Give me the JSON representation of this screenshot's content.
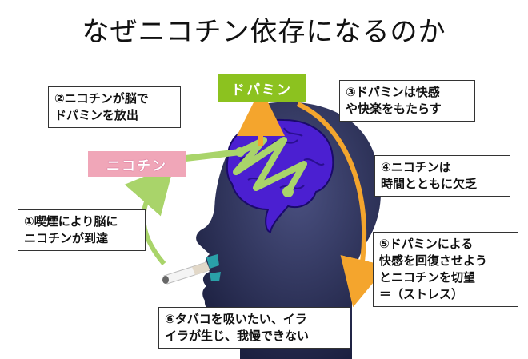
{
  "title": "なぜニコチン依存になるのか",
  "labels": {
    "dopamine": "ドパミン",
    "nicotine": "ニコチン"
  },
  "steps": [
    {
      "lines": [
        "①喫煙により脳に",
        "ニコチンが到達"
      ]
    },
    {
      "lines": [
        "②ニコチンが脳で",
        "ドパミンを放出"
      ]
    },
    {
      "lines": [
        "③ドパミンは快感",
        "や快楽をもたらす"
      ]
    },
    {
      "lines": [
        "④ニコチンは",
        "時間とともに欠乏"
      ]
    },
    {
      "lines": [
        "⑤ドパミンによる",
        "快感を回復させよう",
        "とニコチンを切望",
        "＝（ストレス）"
      ]
    },
    {
      "lines": [
        "⑥タバコを吸いたい、イラ",
        "イラが生じ、我慢できない"
      ]
    }
  ],
  "colors": {
    "head": "#2c3154",
    "brain": "#4b1fd1",
    "brain_edge": "#1a0a6a",
    "green_arrow": "#a9d46a",
    "orange_arrow": "#f4a52d",
    "teal_mouth": "#2aa0a8"
  }
}
